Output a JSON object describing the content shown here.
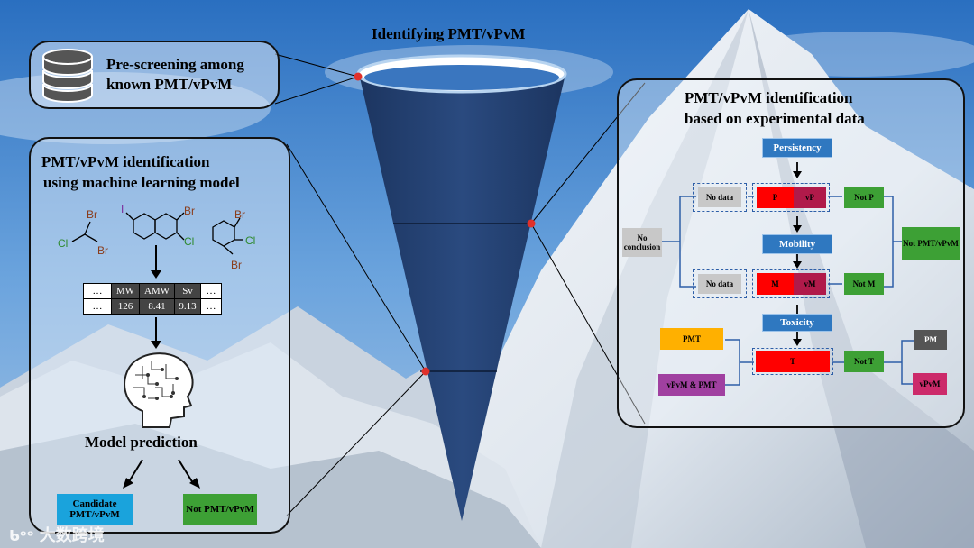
{
  "funnel": {
    "title": "Identifying PMT/vPvM"
  },
  "prescreen": {
    "line1": "Pre-screening among",
    "line2": "known PMT/vPvM",
    "icon": "database-icon"
  },
  "ml_panel": {
    "title_line1": "PMT/vPvM identification",
    "title_line2": "using machine learning model",
    "molecules": {
      "mol1": [
        "Br",
        "Cl",
        "Br"
      ],
      "mol2": [
        "I",
        "Br",
        "Cl"
      ],
      "mol3": [
        "Br",
        "Cl",
        "Br"
      ]
    },
    "table": {
      "row1": [
        "…",
        "MW",
        "AMW",
        "Sv",
        "…"
      ],
      "row2": [
        "…",
        "126",
        "8.41",
        "9.13",
        "…"
      ]
    },
    "brain_icon": "head-brain-icon",
    "model_prediction": "Model prediction",
    "candidate": "Candidate PMT/vPvM",
    "not_pmt": "Not PMT/vPvM",
    "colors": {
      "candidate": "#1aa3dc",
      "not": "#3da035"
    }
  },
  "exp_panel": {
    "title_line1": "PMT/vPvM identification",
    "title_line2": "based on experimental data",
    "persistency": "Persistency",
    "mobility": "Mobility",
    "toxicity": "Toxicity",
    "no_data_p": "No data",
    "p": "P",
    "vp": "vP",
    "not_p": "Not P",
    "no_conclusion": "No conclusion",
    "not_pmt_vpvm": "Not PMT/vPvM",
    "no_data_m": "No data",
    "m": "M",
    "vm": "vM",
    "not_m": "Not M",
    "pmt": "PMT",
    "vpvm_pmt": "vPvM & PMT",
    "t": "T",
    "not_t": "Not T",
    "pm": "PM",
    "vpvm": "vPvM",
    "colors": {
      "blue": "#2f78c0",
      "red": "#ff0000",
      "darkred": "#b01a4a",
      "green": "#3da035",
      "grey": "#c8c8c8",
      "orange": "#ffb000",
      "purple": "#a040a0",
      "darkgrey": "#555555",
      "pink": "#cc2a6a"
    }
  },
  "watermark": "大数跨境"
}
